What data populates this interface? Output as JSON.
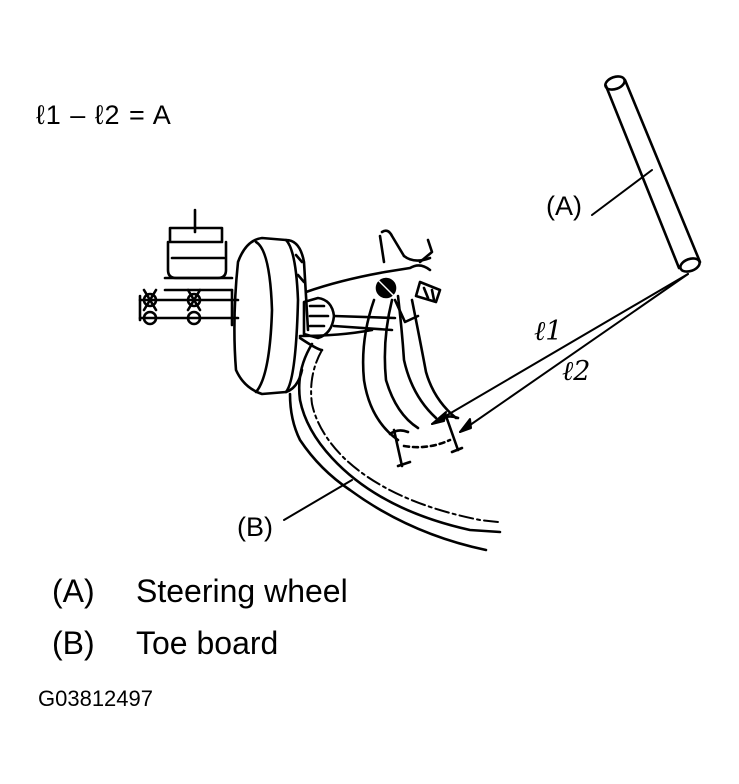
{
  "formula": "ℓ1 – ℓ2 = A",
  "callouts": {
    "a": "(A)",
    "b": "(B)",
    "l1": "ℓ1",
    "l2": "ℓ2"
  },
  "legend": [
    {
      "key": "(A)",
      "text": "Steering wheel"
    },
    {
      "key": "(B)",
      "text": "Toe board"
    }
  ],
  "figure_id": "G03812497"
}
